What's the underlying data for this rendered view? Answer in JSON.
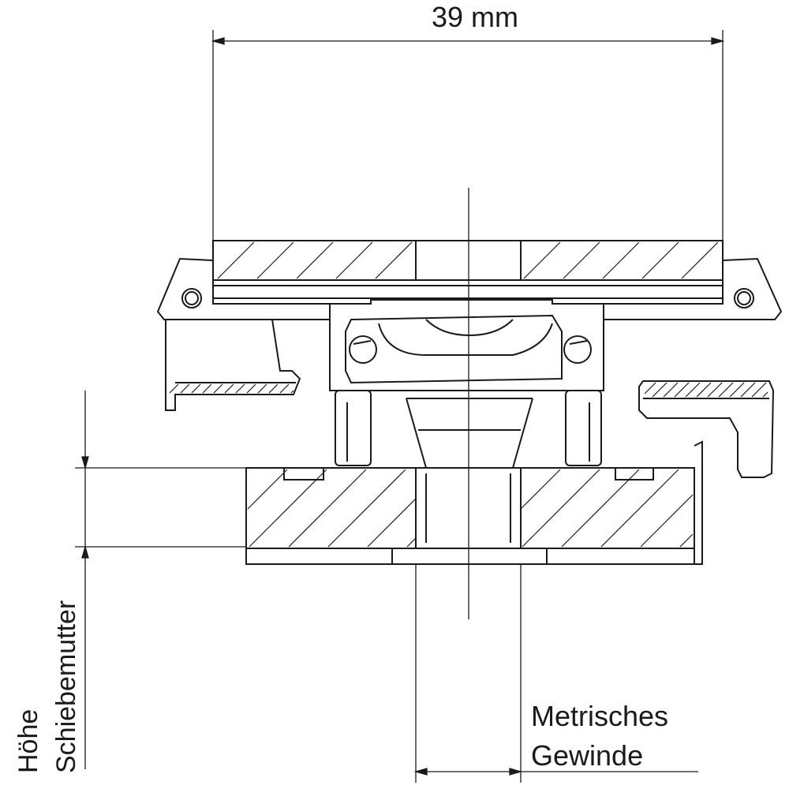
{
  "drawing": {
    "width_dimension": "39 mm",
    "nut_height_label_line1": "Höhe",
    "nut_height_label_line2": "Schiebemutter",
    "thread_label_line1": "Metrisches",
    "thread_label_line2": "Gewinde"
  },
  "colors": {
    "line": "#1a1a1a",
    "background": "#ffffff"
  }
}
